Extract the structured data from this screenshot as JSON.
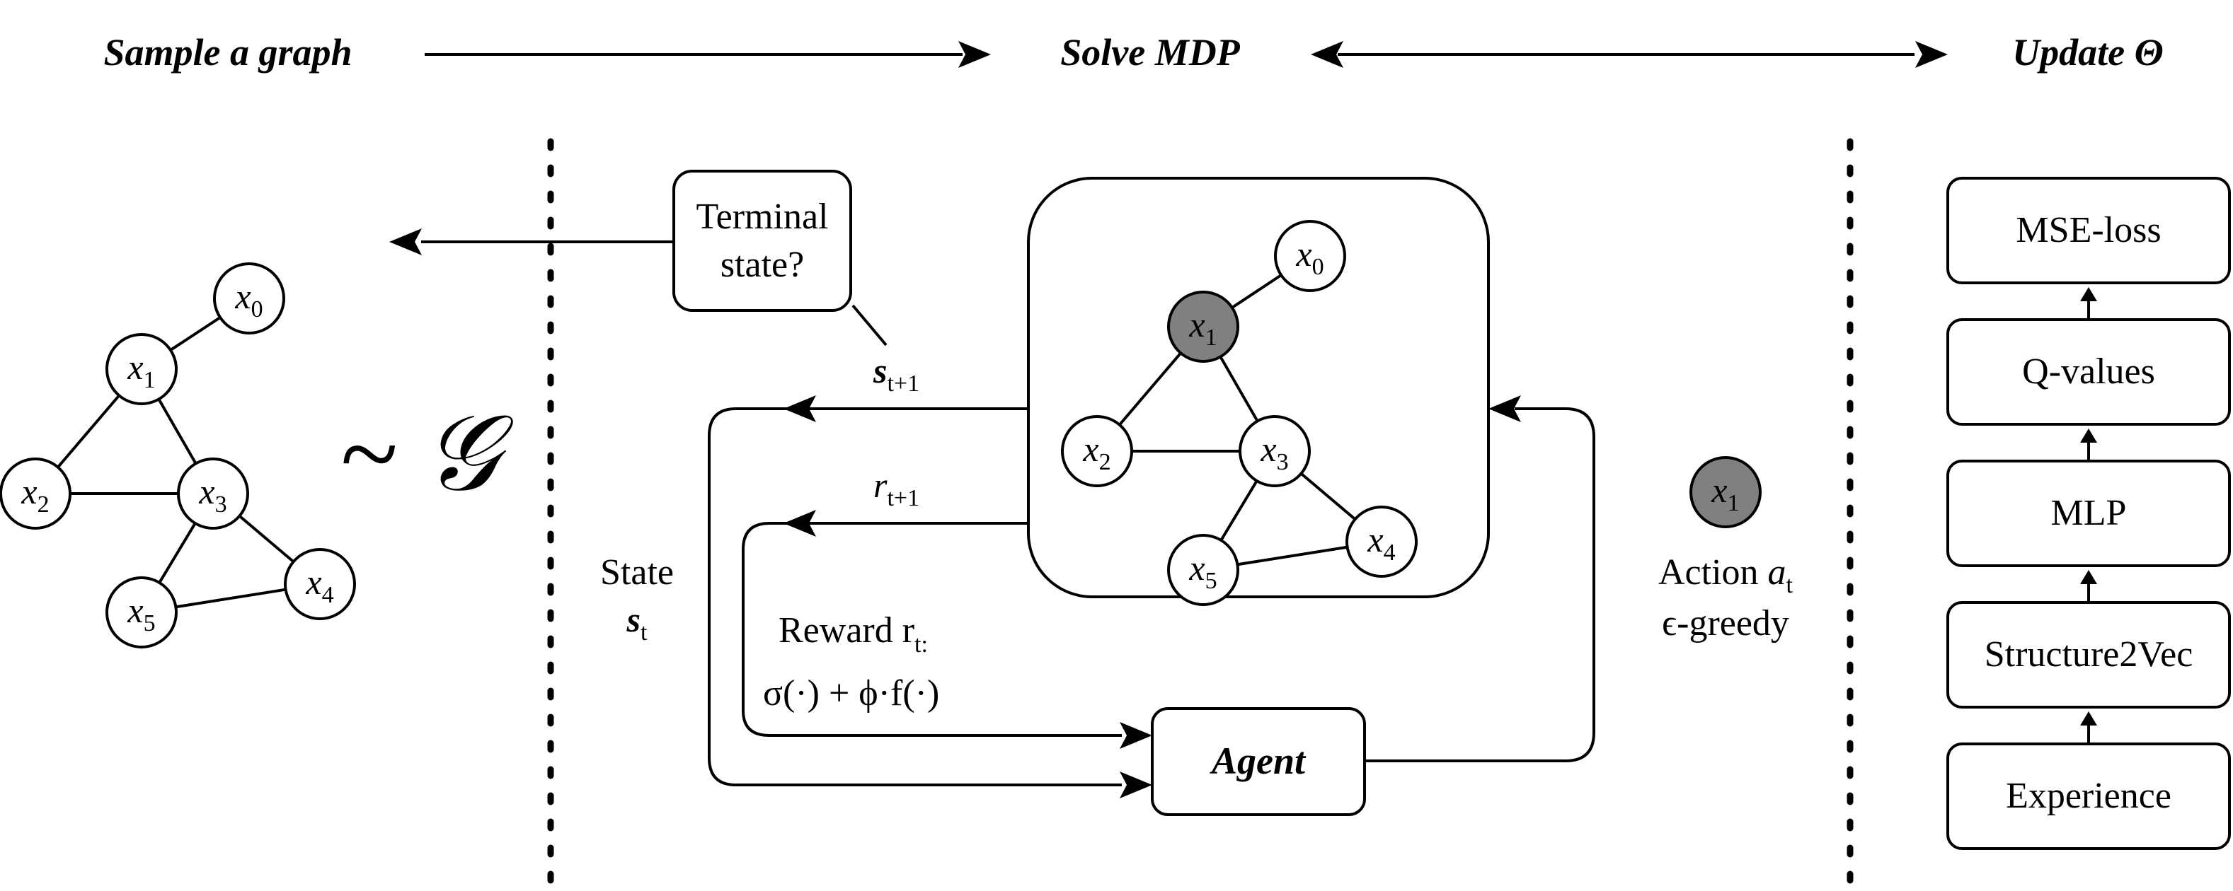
{
  "headers": {
    "sample": "Sample a graph",
    "solve": "Solve MDP",
    "update": "Update Θ"
  },
  "distribution_label": "~ 𝒢",
  "nodes": {
    "x0": {
      "base": "x",
      "sub": "0"
    },
    "x1": {
      "base": "x",
      "sub": "1"
    },
    "x2": {
      "base": "x",
      "sub": "2"
    },
    "x3": {
      "base": "x",
      "sub": "3"
    },
    "x4": {
      "base": "x",
      "sub": "4"
    },
    "x5": {
      "base": "x",
      "sub": "5"
    }
  },
  "terminal": {
    "line1": "Terminal",
    "line2": "state?"
  },
  "next_state": {
    "base": "s",
    "sub": "t+1"
  },
  "next_reward": {
    "base": "r",
    "sub": "t+1"
  },
  "state": {
    "word": "State",
    "base": "s",
    "sub": "t"
  },
  "reward": {
    "line1": "Reward r",
    "line1_sub": "t:",
    "formula": "σ(·) + ϕ·f(·)"
  },
  "agent": "Agent",
  "action": {
    "word": "Action ",
    "base": "a",
    "sub": "t",
    "line2": "ϵ-greedy",
    "node": {
      "base": "x",
      "sub": "1"
    }
  },
  "pipeline": [
    "MSE-loss",
    "Q-values",
    "MLP",
    "Structure2Vec",
    "Experience"
  ],
  "colors": {
    "selected_node": "#808080",
    "stroke": "#000000",
    "background": "#ffffff"
  }
}
